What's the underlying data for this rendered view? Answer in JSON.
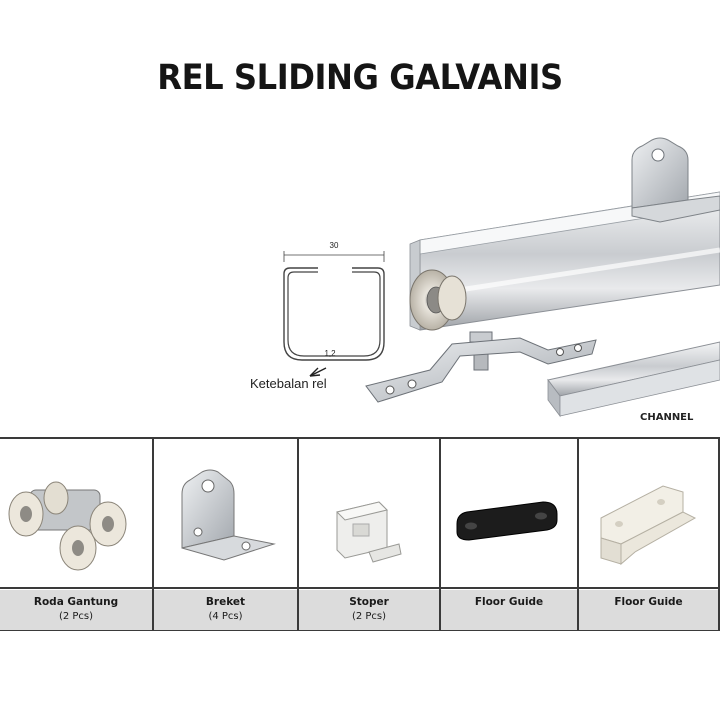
{
  "title": "REL SLIDING GALVANIS",
  "diagram": {
    "dimension_width": "30",
    "dimension_thickness": "1,2",
    "thickness_label": "Ketebalan rel",
    "channel_label": "CHANNEL"
  },
  "parts": [
    {
      "name": "Roda Gantung",
      "qty": "(2 Pcs)",
      "icon": "roller-hanger-icon"
    },
    {
      "name": "Breket",
      "qty": "(4 Pcs)",
      "icon": "bracket-icon"
    },
    {
      "name": "Stoper",
      "qty": "(2 Pcs)",
      "icon": "stopper-icon"
    },
    {
      "name": "Floor Guide",
      "qty": "",
      "icon": "floor-guide-black-icon"
    },
    {
      "name": "Floor Guide",
      "qty": "",
      "icon": "floor-guide-white-icon"
    }
  ]
}
